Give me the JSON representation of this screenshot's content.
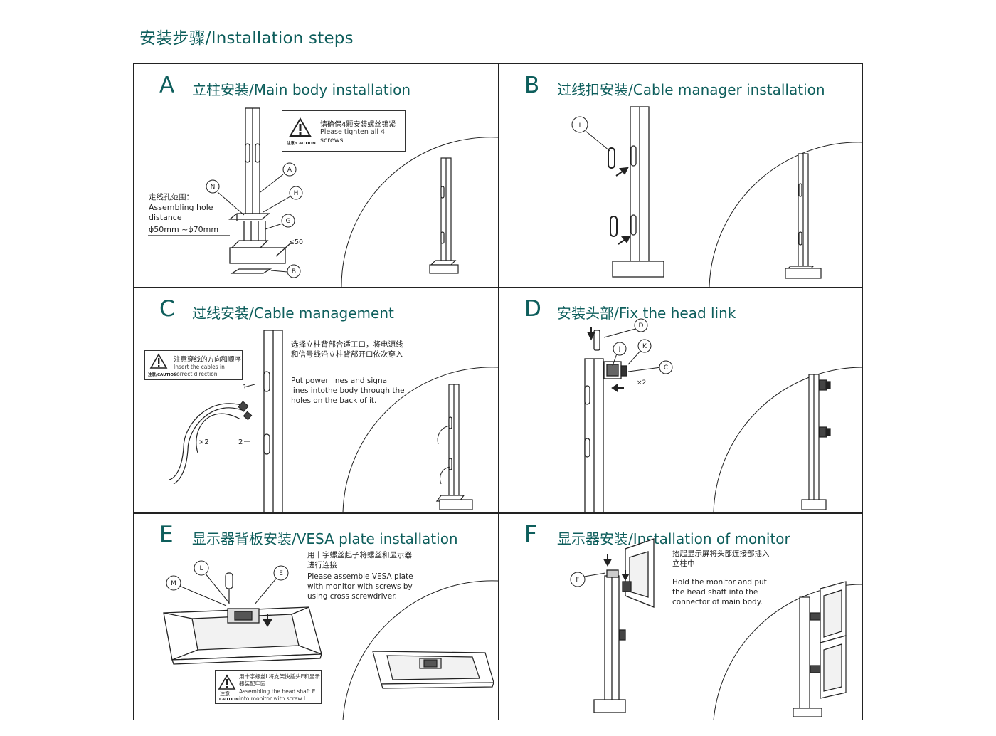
{
  "page": {
    "title": "安装步骤/Installation steps"
  },
  "panels": {
    "A": {
      "letter": "A",
      "title": "立柱安装/Main body installation",
      "caution": {
        "cn": "请确保4颗安装螺丝锁紧",
        "en": "Please tighten all 4 screws",
        "label": "注意/CAUTION"
      },
      "hole_cn": "走线孔范围：",
      "hole_en": "Assembling hole distance",
      "hole_range": "ϕ50mm ~ϕ70mm",
      "dim": "≤50",
      "parts": [
        "A",
        "N",
        "H",
        "G",
        "B"
      ]
    },
    "B": {
      "letter": "B",
      "title": "过线扣安装/Cable manager installation",
      "parts": [
        "I"
      ]
    },
    "C": {
      "letter": "C",
      "title": "过线安装/Cable management",
      "caution": {
        "cn": "注意穿线的方向和顺序",
        "en": "Insert the cables in correct direction",
        "label": "注意/CAUTION"
      },
      "note_cn": "选择立柱背部合适工口，将电源线和信号线沿立柱背部开口依次穿入",
      "note_en": "Put power lines and signal lines intothe body through the holes on the back of it.",
      "mult": "×2",
      "marks": [
        "1",
        "2"
      ]
    },
    "D": {
      "letter": "D",
      "title": "安装头部/Fix the head link",
      "mult": "×2",
      "parts": [
        "D",
        "J",
        "K",
        "C"
      ]
    },
    "E": {
      "letter": "E",
      "title": "显示器背板安装/VESA plate installation",
      "note_cn": "用十字螺丝起子将螺丝和显示器进行连接",
      "note_en": "Please assemble VESA plate with monitor with screws by using cross screwdriver.",
      "caution": {
        "cn": "用十字螺丝L将支架快插头E和显示器装配牢固",
        "en": "Assembling the head shaft E into monitor with screw L.",
        "label_cn": "注意",
        "label": "CAUTION"
      },
      "parts": [
        "L",
        "M",
        "E"
      ]
    },
    "F": {
      "letter": "F",
      "title": "显示器安装/Installation of monitor",
      "note_cn": "抬起显示屏将头部连接部插入立柱中",
      "note_en": "Hold the monitor and put the head shaft into the connector of main body.",
      "parts": [
        "F"
      ]
    }
  }
}
